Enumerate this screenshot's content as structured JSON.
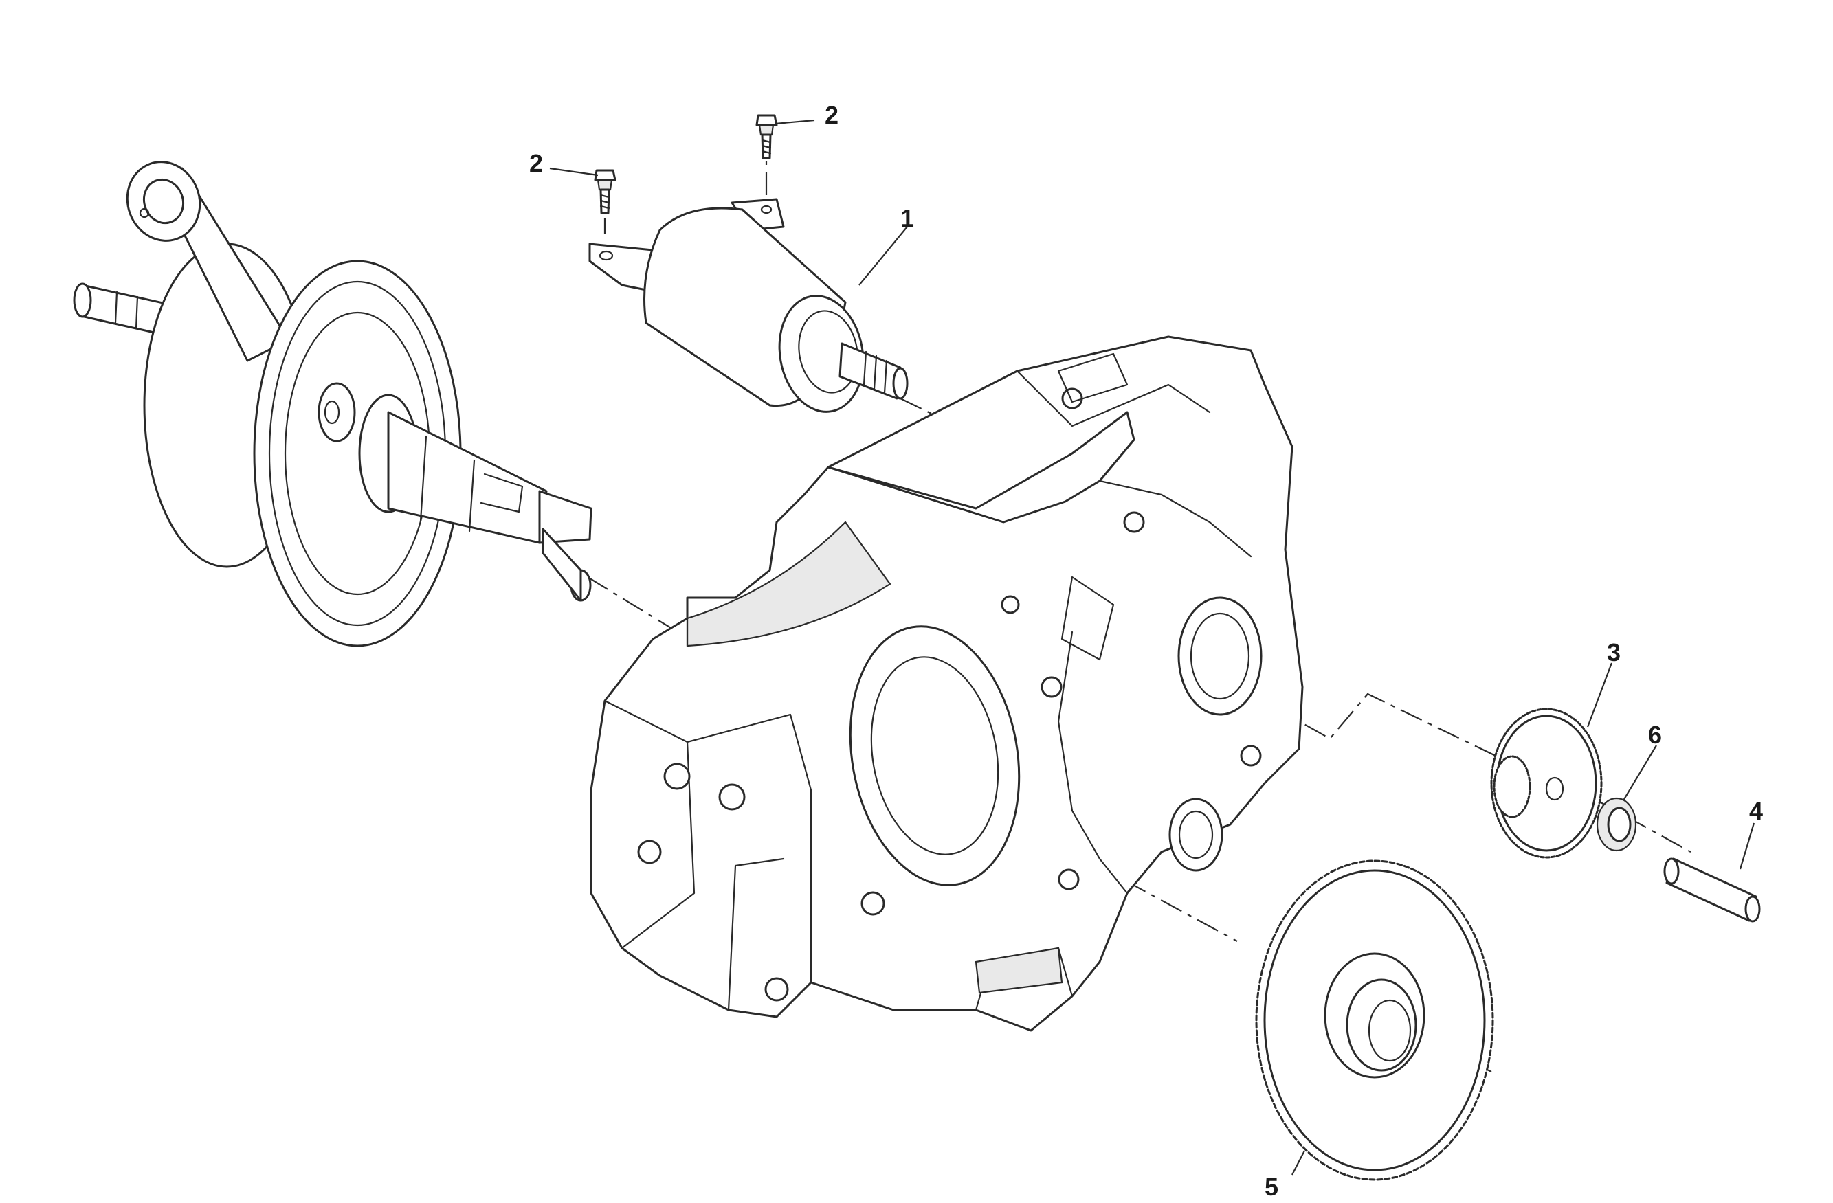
{
  "callouts": {
    "c1": "1",
    "c2a": "2",
    "c2b": "2",
    "c3": "3",
    "c4": "4",
    "c5": "5",
    "c6": "6"
  },
  "colors": {
    "line": "#2a2a2a",
    "background": "#ffffff"
  }
}
